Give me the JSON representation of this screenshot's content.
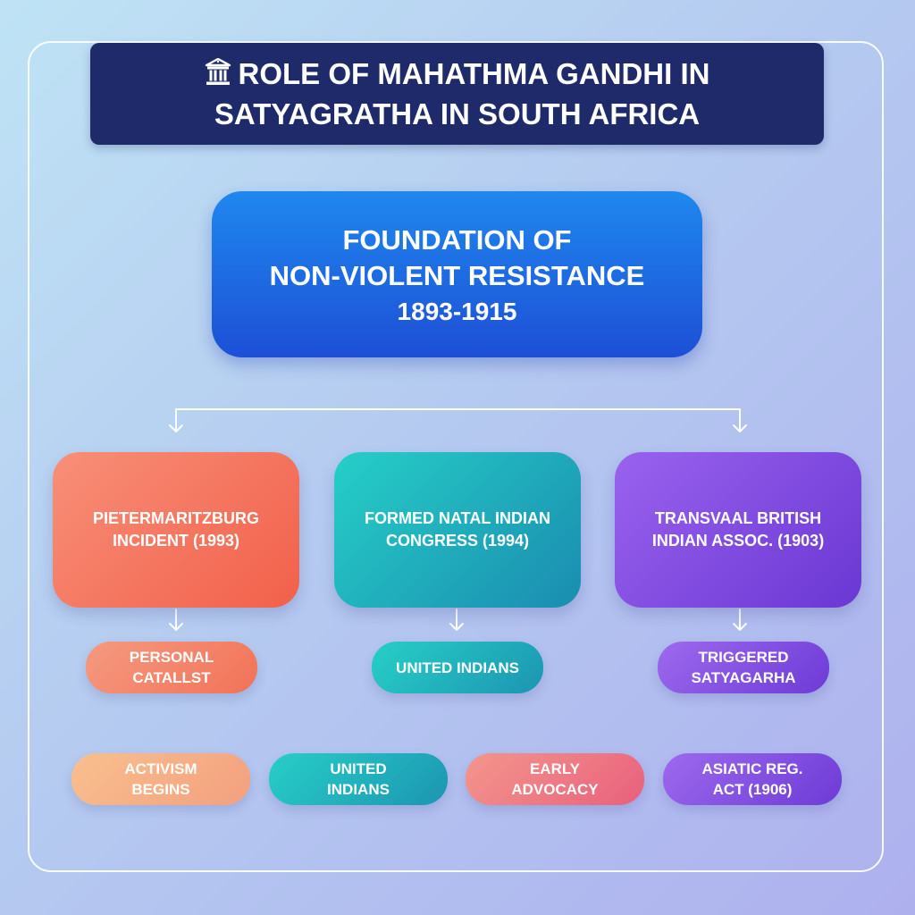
{
  "title": {
    "icon": "building-columns-icon",
    "text": "Role of Mahathma Gandhi in Satyagratha in South Africa"
  },
  "main_node": {
    "line1": "FOUNDATION OF",
    "line2": "NON-VIOLENT RESISTANCE",
    "line3": "1893-1915"
  },
  "branches": [
    {
      "label": "PIETERMARITZBURG INCIDENT (1993)",
      "result": "PERSONAL CATALLST",
      "color": "#f46f57"
    },
    {
      "label": "FORMED NATAL INDIAN CONGRESS (1994)",
      "result": "UNITED INDIANS",
      "color": "#21aebf"
    },
    {
      "label": "TRANSVAAL BRITISH INDIAN ASSOC. (1903)",
      "result": "TRIGGERED SATYAGARHA",
      "color": "#7f4ce2"
    }
  ],
  "bottom_tags": [
    {
      "label": "ACTIVISM BEGINS",
      "color": "#f6ae86"
    },
    {
      "label": "UNITED INDIANS",
      "color": "#22b0c0"
    },
    {
      "label": "EARLY ADVOCACY",
      "color": "#ee7a84"
    },
    {
      "label": "ASIATIC REG. ACT (1906)",
      "color": "#7f4ce2"
    }
  ],
  "colors": {
    "title_bg": "#1f2a6b",
    "main_node_top": "#1f88ee",
    "main_node_bottom": "#1d4fd6",
    "connector": "#ffffff"
  }
}
